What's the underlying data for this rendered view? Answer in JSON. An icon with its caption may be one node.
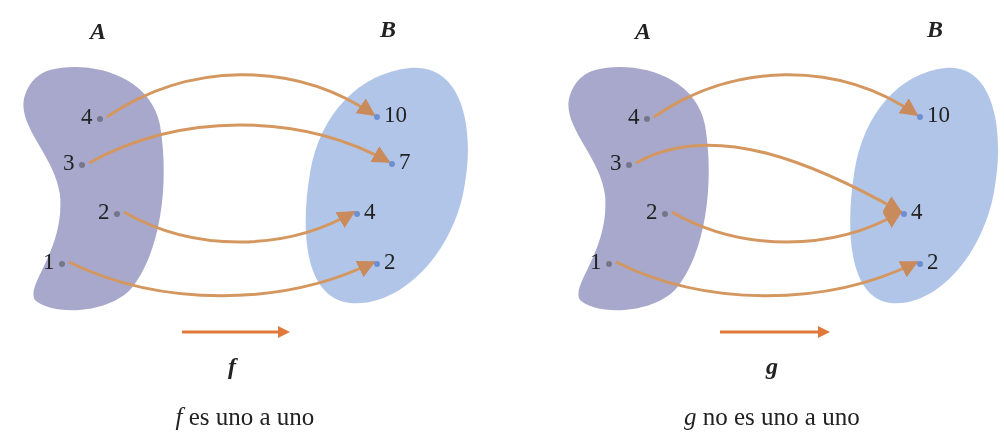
{
  "diagram": {
    "nodes": [
      {
        "text": [
          "A"
        ]
      },
      {
        "text": [
          "4"
        ],
        "in": 0
      },
      {
        "text": [
          "3"
        ],
        "in": 0
      },
      {
        "text": [
          "2"
        ],
        "in": 0
      },
      {
        "text": [
          "1"
        ],
        "in": 0
      },
      {
        "text": [
          "B"
        ]
      },
      {
        "text": [
          "10"
        ],
        "in": 5
      },
      {
        "text": [
          "7"
        ],
        "in": 5
      },
      {
        "text": [
          "4"
        ],
        "in": 5
      },
      {
        "text": [
          "2"
        ],
        "in": 5
      },
      {
        "text": [
          "A"
        ]
      },
      {
        "text": [
          "4"
        ],
        "in": 10
      },
      {
        "text": [
          "3"
        ],
        "in": 10
      },
      {
        "text": [
          "2"
        ],
        "in": 10
      },
      {
        "text": [
          "1"
        ],
        "in": 10
      },
      {
        "text": [
          "B"
        ]
      },
      {
        "text": [
          "10"
        ],
        "in": 15
      },
      {
        "text": [
          "4"
        ],
        "in": 15
      },
      {
        "text": [
          "2"
        ],
        "in": 15
      }
    ],
    "edges": [
      {
        "from": 1,
        "to": 6,
        "arrow": "to"
      },
      {
        "from": 2,
        "to": 7,
        "arrow": "to"
      },
      {
        "from": 3,
        "to": 8,
        "arrow": "to"
      },
      {
        "from": 4,
        "to": 9,
        "arrow": "to"
      },
      {
        "from": 11,
        "to": 16,
        "arrow": "to"
      },
      {
        "from": 12,
        "to": 17,
        "arrow": "to"
      },
      {
        "from": 13,
        "to": 17,
        "arrow": "to"
      },
      {
        "from": 14,
        "to": 18,
        "arrow": "to"
      }
    ],
    "labels": [
      "f",
      "*f* es uno a uno",
      "g",
      "*g* no es uno a uno"
    ]
  }
}
